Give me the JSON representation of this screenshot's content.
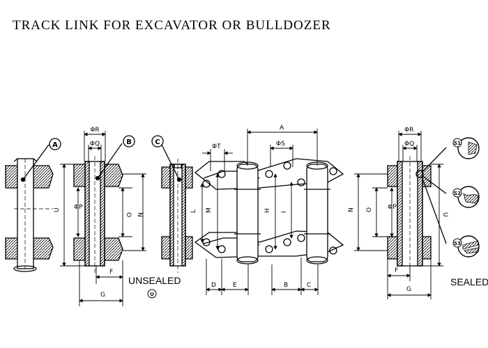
{
  "title": "TRACK LINK FOR EXCAVATOR OR BULLDOZER",
  "callouts": {
    "a": "A",
    "b": "B",
    "c": "C",
    "s1": "S1",
    "s2": "S2",
    "s3": "S3"
  },
  "captions": {
    "unsealed": "UNSEALED",
    "unsealed_mark": "U",
    "sealed": "SEALED"
  },
  "dimensions": {
    "a": "A",
    "b": "B",
    "c": "C",
    "d": "D",
    "e": "E",
    "f": "F",
    "g": "G",
    "h": "H",
    "i": "I",
    "l": "L",
    "m": "M",
    "n": "N",
    "o": "O",
    "u": "U",
    "phi_p": "ΦP",
    "phi_q": "ΦQ",
    "phi_r": "ΦR",
    "phi_s": "ΦS",
    "phi_t": "ΦT"
  }
}
